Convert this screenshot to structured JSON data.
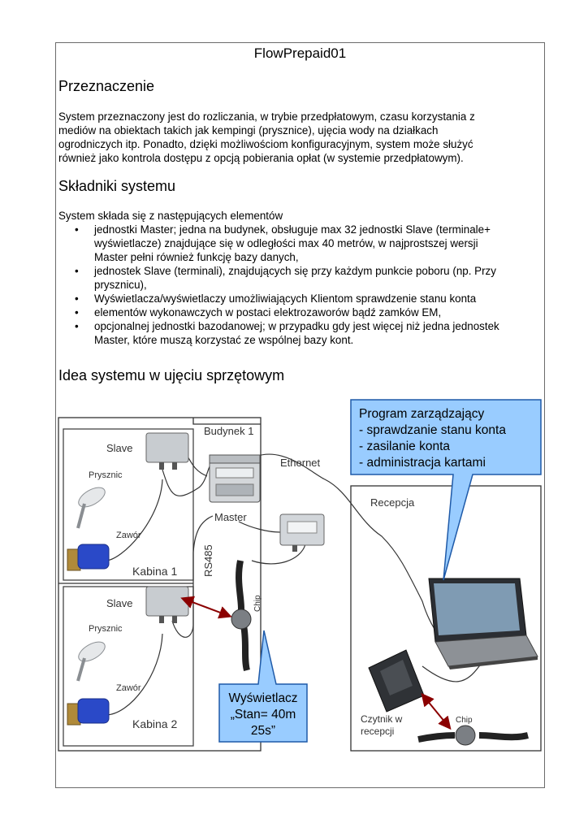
{
  "document": {
    "title": "FlowPrepaid01",
    "section1": {
      "heading": "Przeznaczenie",
      "lines": [
        "System przeznaczony jest do rozliczania, w trybie przedpłatowym, czasu korzystania z",
        "mediów na obiektach takich jak kempingi (prysznice), ujęcia wody na działkach",
        "ogrodniczych itp. Ponadto, dzięki możliwościom konfiguracyjnym, system może służyć",
        "również jako kontrola dostępu z opcją pobierania opłat (w systemie przedpłatowym)."
      ]
    },
    "section2": {
      "heading": "Składniki systemu",
      "intro": "System składa się z następujących elementów",
      "bullet_symbol": "•",
      "items": [
        [
          "jednostki Master; jedna na budynek, obsługuje max 32 jednostki Slave (terminale+",
          "wyświetlacze) znajdujące się w odległości max 40 metrów, w najprostszej wersji",
          "Master pełni również funkcję bazy danych,"
        ],
        [
          "jednostek Slave (terminali), znajdujących się przy każdym punkcie poboru (np. Przy",
          "prysznicu),"
        ],
        [
          "Wyświetlacza/wyświetlaczy umożliwiających Klientom sprawdzenie stanu konta"
        ],
        [
          "elementów wykonawczych w postaci elektrozaworów bądź zamków EM,"
        ],
        [
          "opcjonalnej jednostki bazodanowej; w przypadku gdy jest więcej niż jedna jednostek",
          "Master, które muszą korzystać ze wspólnej bazy kont."
        ]
      ]
    },
    "section3": {
      "heading": "Idea systemu w ujęciu sprzętowym"
    }
  },
  "diagram": {
    "building_label": "Budynek 1",
    "master_label": "Master",
    "ethernet_label": "Ethernet",
    "rs485_label": "RS485",
    "reception_label": "Recepcja",
    "reader_label_line1": "Czytnik w",
    "reader_label_line2": "recepcji",
    "chip_label_1": "Chip",
    "chip_label_2": "Chip",
    "cabin1": {
      "slave": "Slave",
      "shower": "Prysznic",
      "valve": "Zawór",
      "name": "Kabina 1"
    },
    "cabin2": {
      "slave": "Slave",
      "shower": "Prysznic",
      "valve": "Zawór",
      "name": "Kabina 2"
    },
    "program_callout": {
      "line1": "Program zarządzający",
      "line2": "- sprawdzanie stanu konta",
      "line3": "- zasilanie konta",
      "line4": "- administracja kartami"
    },
    "display_callout": {
      "line1": "Wyświetlacz",
      "line2": "„Stan= 40m",
      "line3": "25s”"
    },
    "colors": {
      "callout_fill": "#99ccff",
      "callout_border": "#1f5aa8",
      "arrow": "#8b0000",
      "valve_blue": "#2a49c8",
      "box_gray": "#c8ccd0"
    }
  }
}
